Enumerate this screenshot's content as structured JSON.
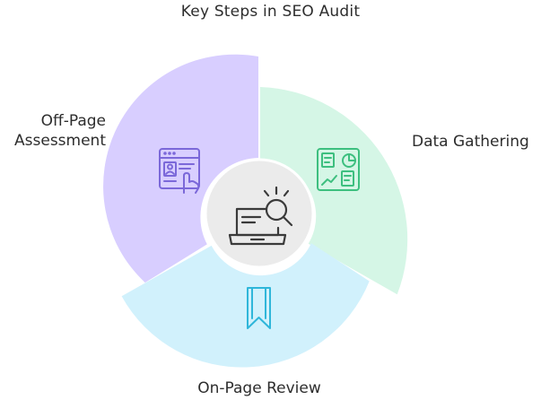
{
  "title": "Key Steps in SEO Audit",
  "segments": [
    {
      "id": "off-page",
      "label_lines": [
        "Off-Page",
        "Assessment"
      ],
      "color": "#d8ceff",
      "icon": "web-profile-click-icon",
      "icon_color": "#7b68d9"
    },
    {
      "id": "data-gathering",
      "label_lines": [
        "Data Gathering"
      ],
      "color": "#d5f6e6",
      "icon": "analytics-dashboard-icon",
      "icon_color": "#3dbf7f"
    },
    {
      "id": "on-page",
      "label_lines": [
        "On-Page Review"
      ],
      "color": "#d1f1fc",
      "icon": "bookmark-icon",
      "icon_color": "#2fb6da"
    }
  ],
  "center": {
    "icon": "laptop-search-icon",
    "color": "#ebebeb",
    "stroke": "#3a3a3a"
  }
}
